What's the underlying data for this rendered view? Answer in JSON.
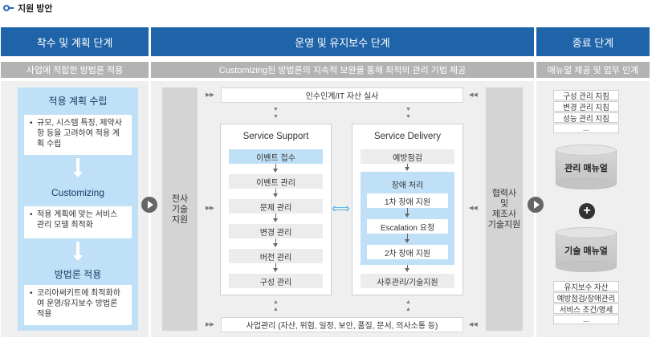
{
  "title": "지원 방안",
  "phases": {
    "start": {
      "header": "착수 및 계획 단계",
      "sub": "사업에 적합한 방법론 적용"
    },
    "operate": {
      "header": "운영 및 유지보수 단계",
      "sub": "Customizing된 방법론의 지속적 보완을 통해 최적의 관리 기법 제공"
    },
    "end": {
      "header": "종료 단계",
      "sub": "매뉴얼 제공 및 업무 인계"
    }
  },
  "left_panel": {
    "s1_title": "적용 계획 수립",
    "s1_text": "규모, 시스템 특징, 제약사항 등을 고려하여 적용 계획 수립",
    "s2_title": "Customizing",
    "s2_text": "적용 계획에 맞는 서비스 관리 모델 최적화",
    "s3_title": "방법론 적용",
    "s3_text": "코리아써키트에 최적화하여 운영/유지보수 방법론 적용",
    "bullet": "•"
  },
  "middle": {
    "left_col": [
      "전사",
      "기술",
      "지원"
    ],
    "right_col": [
      "협력사",
      "및",
      "제조사",
      "기술지원"
    ],
    "top_bar": "인수인계/IT 자산 실사",
    "bottom_bar": "사업관리 (자산, 위험, 일정, 보안, 품질, 문서, 의사소통 등)",
    "support": {
      "title": "Service Support",
      "steps": [
        "이벤트 접수",
        "이벤트 관리",
        "문제 관리",
        "변경 관리",
        "버전 관리",
        "구성 관리"
      ]
    },
    "delivery": {
      "title": "Service Delivery",
      "first": "예방점검",
      "group_title": "장애 처리",
      "group_steps": [
        "1차 장애 지원",
        "Escalation 요청",
        "2차 장애 지원"
      ],
      "last": "사후관리/기술지원"
    },
    "double_arrow": "⟺",
    "right_tri": "▶▶",
    "left_tri": "◀◀",
    "down_tri": "▼",
    "up_tri": "▲"
  },
  "right_panel": {
    "top_list": [
      "구성 관리 지침",
      "변경 관리 지침",
      "성능 관리 지침",
      "..."
    ],
    "cyl1": "관리 매뉴얼",
    "cyl2": "기술 매뉴얼",
    "plus": "+",
    "bottom_list": [
      "유지보수 자산",
      "예방점검/장애관리",
      "서비스 조건/명세",
      "..."
    ]
  }
}
